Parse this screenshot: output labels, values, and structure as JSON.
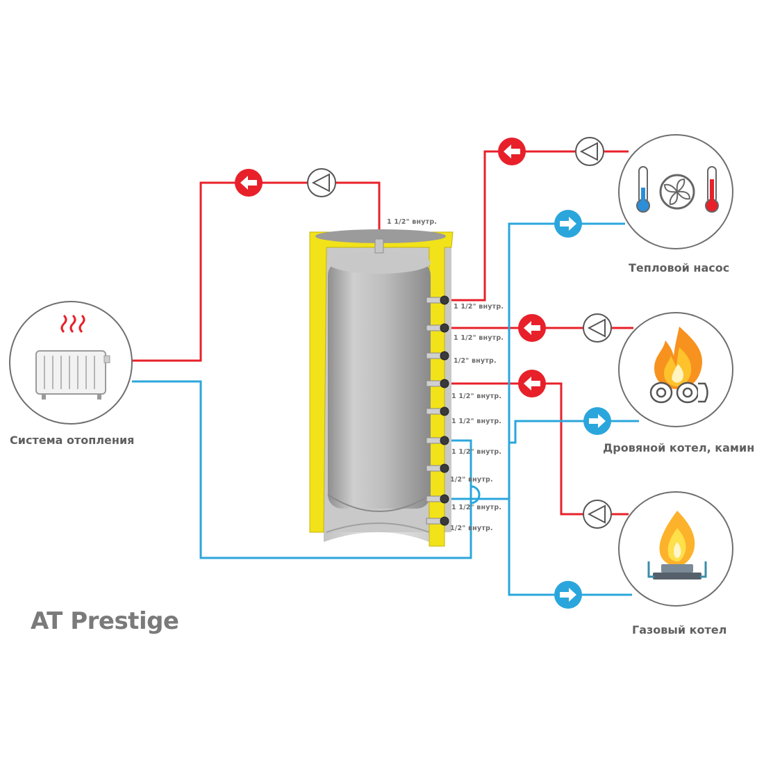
{
  "title": "AT Prestige",
  "devices": {
    "heating": {
      "label": "Система отопления",
      "icon": "radiator-icon"
    },
    "heat_pump": {
      "label": "Тепловой насос",
      "icon": "heat-pump-icon"
    },
    "wood_boiler": {
      "label": "Дровяной котел, камин",
      "icon": "fire-logs-icon"
    },
    "gas_boiler": {
      "label": "Газовый котел",
      "icon": "gas-burner-icon"
    }
  },
  "connections": {
    "top": "1 1/2\" внутр.",
    "c1": "1 1/2\"  внутр.",
    "c2": "1 1/2\"  внутр.",
    "c3": "1/2\"  внутр.",
    "c4": "1 1/2\"  внутр.",
    "c5": "1 1/2\"  внутр.",
    "c6": "1 1/2\"  внутр.",
    "c7": "1/2\"  внутр.",
    "c8": "1 1/2\"  внутр.",
    "c9": "1/2\"  внутр."
  },
  "colors": {
    "hot": "#e8202a",
    "cold": "#2aa6dc",
    "insulation": "#f2e21a",
    "tank": "#b8b8b8"
  }
}
